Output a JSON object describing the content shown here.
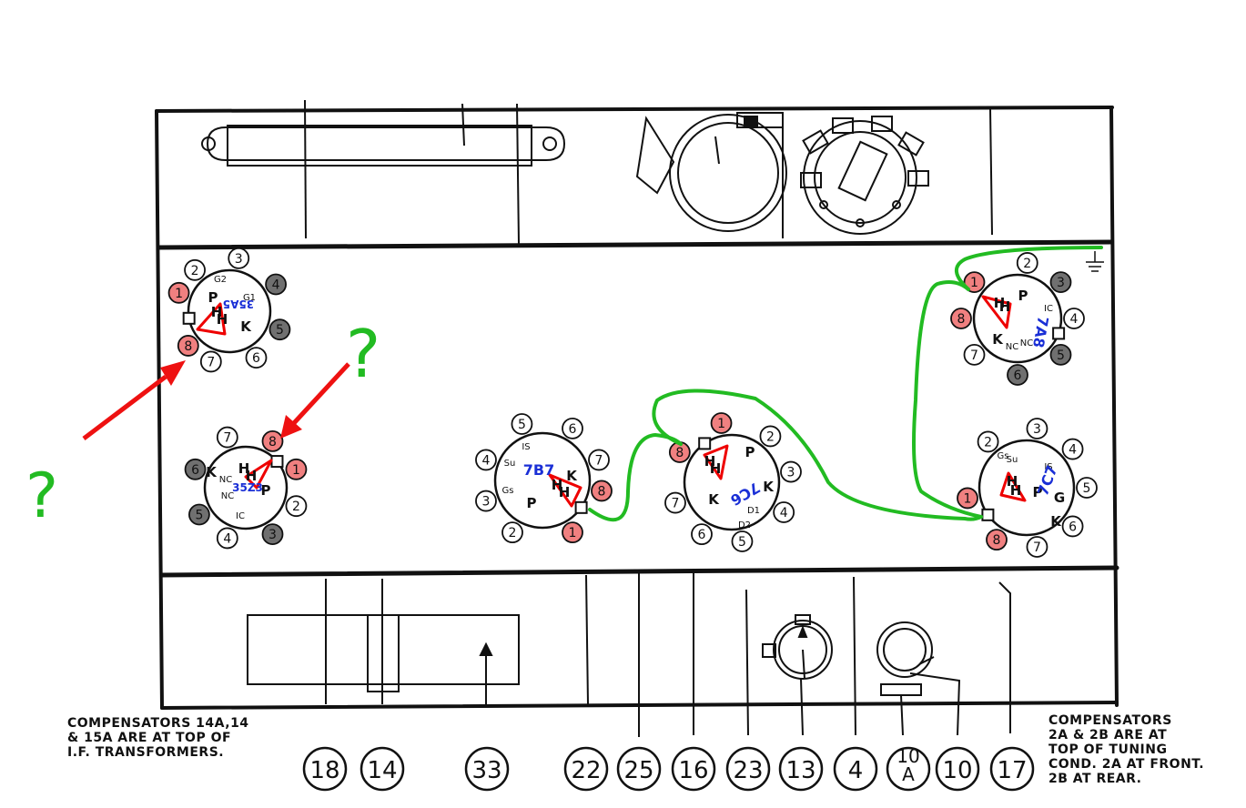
{
  "notes": {
    "left": "COMPENSATORS 14A,14\n& 15A ARE AT TOP OF\nI.F. TRANSFORMERS.",
    "right": "COMPENSATORS\n2A & 2B ARE AT\nTOP OF TUNING\nCOND. 2A AT FRONT.\n2B AT REAR."
  },
  "callouts": [
    "18",
    "14",
    "33",
    "22",
    "25",
    "16",
    "23",
    "13",
    "4",
    "10\nA",
    "10",
    "17"
  ],
  "question_marks": [
    "?",
    "?"
  ],
  "colors": {
    "line": "#111111",
    "heater_pin": "#f08080",
    "gray_pin": "#707070",
    "heater_symbol": "#ee0000",
    "wire": "#22bb22",
    "arrow": "#ee1111",
    "tube_label": "#1a2fd6"
  },
  "tubes": [
    {
      "id": "35A5",
      "label": "35A5",
      "pins": [
        {
          "n": "1",
          "fill": "heater"
        },
        {
          "n": "8",
          "fill": "heater"
        },
        {
          "n": "7",
          "fill": "white"
        },
        {
          "n": "6",
          "fill": "white"
        },
        {
          "n": "5",
          "fill": "gray"
        },
        {
          "n": "4",
          "fill": "gray"
        },
        {
          "n": "3",
          "fill": "white"
        },
        {
          "n": "2",
          "fill": "white"
        }
      ],
      "elements": [
        "P",
        "G2",
        "G1",
        "K",
        "H",
        "H"
      ]
    },
    {
      "id": "35Z3",
      "label": "35Z3",
      "pins": [
        {
          "n": "8",
          "fill": "heater"
        },
        {
          "n": "1",
          "fill": "heater"
        },
        {
          "n": "2",
          "fill": "white"
        },
        {
          "n": "3",
          "fill": "gray"
        },
        {
          "n": "4",
          "fill": "white"
        },
        {
          "n": "5",
          "fill": "gray"
        },
        {
          "n": "6",
          "fill": "gray"
        },
        {
          "n": "7",
          "fill": "white"
        }
      ],
      "elements": [
        "K",
        "P",
        "NC",
        "NC",
        "IC",
        "H",
        "H"
      ]
    },
    {
      "id": "7B7",
      "label": "7B7",
      "pins": [
        {
          "n": "8",
          "fill": "heater"
        },
        {
          "n": "1",
          "fill": "heater"
        },
        {
          "n": "2",
          "fill": "white"
        },
        {
          "n": "3",
          "fill": "white"
        },
        {
          "n": "4",
          "fill": "white"
        },
        {
          "n": "5",
          "fill": "white"
        },
        {
          "n": "6",
          "fill": "white"
        },
        {
          "n": "7",
          "fill": "white"
        }
      ],
      "elements": [
        "P",
        "K",
        "Gs",
        "Su",
        "IS",
        "H",
        "H"
      ]
    },
    {
      "id": "7C6",
      "label": "7C6",
      "pins": [
        {
          "n": "1",
          "fill": "heater"
        },
        {
          "n": "8",
          "fill": "heater"
        },
        {
          "n": "7",
          "fill": "white"
        },
        {
          "n": "6",
          "fill": "white"
        },
        {
          "n": "5",
          "fill": "white"
        },
        {
          "n": "4",
          "fill": "white"
        },
        {
          "n": "3",
          "fill": "white"
        },
        {
          "n": "2",
          "fill": "white"
        }
      ],
      "elements": [
        "P",
        "K",
        "D1",
        "D2",
        "K",
        "H",
        "H"
      ]
    },
    {
      "id": "7A8",
      "label": "7A8",
      "pins": [
        {
          "n": "1",
          "fill": "heater"
        },
        {
          "n": "8",
          "fill": "heater"
        },
        {
          "n": "7",
          "fill": "white"
        },
        {
          "n": "6",
          "fill": "gray"
        },
        {
          "n": "5",
          "fill": "gray"
        },
        {
          "n": "4",
          "fill": "white"
        },
        {
          "n": "3",
          "fill": "gray"
        },
        {
          "n": "2",
          "fill": "white"
        }
      ],
      "elements": [
        "P",
        "K",
        "NC",
        "NC",
        "IC",
        "H",
        "H"
      ]
    },
    {
      "id": "7C7",
      "label": "7C7",
      "pins": [
        {
          "n": "1",
          "fill": "heater"
        },
        {
          "n": "8",
          "fill": "heater"
        },
        {
          "n": "7",
          "fill": "white"
        },
        {
          "n": "6",
          "fill": "white"
        },
        {
          "n": "5",
          "fill": "white"
        },
        {
          "n": "4",
          "fill": "white"
        },
        {
          "n": "3",
          "fill": "white"
        },
        {
          "n": "2",
          "fill": "white"
        }
      ],
      "elements": [
        "P",
        "K",
        "Gs",
        "Su",
        "IS",
        "G",
        "H",
        "H"
      ]
    }
  ]
}
